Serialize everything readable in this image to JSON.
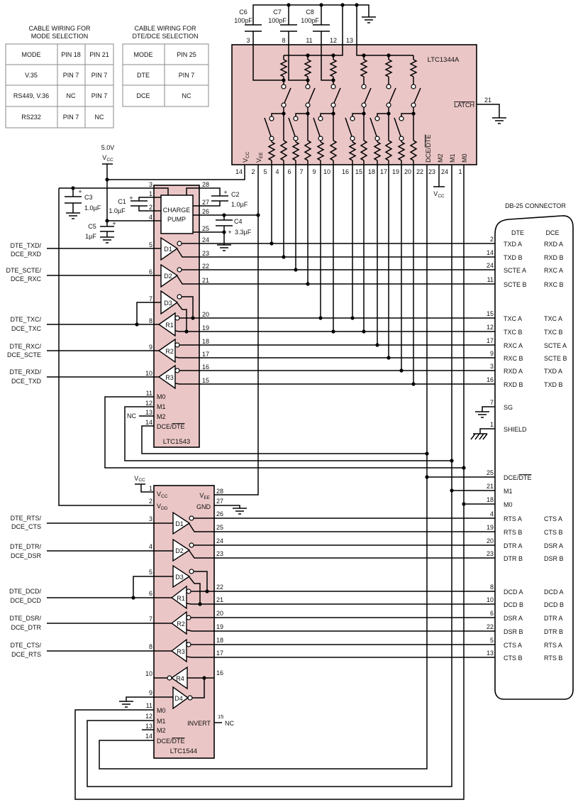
{
  "colors": {
    "chip_fill": "#ebc6c6",
    "wire": "#000000",
    "background": "#ffffff"
  },
  "mode_table": {
    "title_line1": "CABLE WIRING FOR",
    "title_line2": "MODE SELECTION",
    "headers": [
      "MODE",
      "PIN 18",
      "PIN 21"
    ],
    "rows": [
      [
        "V.35",
        "PIN 7",
        "PIN 7"
      ],
      [
        "RS449, V.36",
        "NC",
        "PIN 7"
      ],
      [
        "RS232",
        "PIN 7",
        "NC"
      ]
    ]
  },
  "dte_dce_table": {
    "title_line1": "CABLE WIRING FOR",
    "title_line2": "DTE/DCE SELECTION",
    "headers": [
      "MODE",
      "PIN 25"
    ],
    "rows": [
      [
        "DTE",
        "PIN 7"
      ],
      [
        "DCE",
        "NC"
      ]
    ]
  },
  "power": {
    "supply": "5.0V",
    "v": "V",
    "cc": "CC"
  },
  "capacitors": {
    "polarity": "+",
    "c1": {
      "ref": "C1",
      "value": "1.0µF"
    },
    "c2": {
      "ref": "C2",
      "value": "1.0µF"
    },
    "c3": {
      "ref": "C3",
      "value": "1.0µF"
    },
    "c4": {
      "ref": "C4",
      "value": "3.3µF"
    },
    "c5": {
      "ref": "C5",
      "value": "1µF"
    },
    "c6": {
      "ref": "C6",
      "value": "100pF"
    },
    "c7": {
      "ref": "C7",
      "value": "100pF"
    },
    "c8": {
      "ref": "C8",
      "value": "100pF"
    }
  },
  "ltc1344a": {
    "name": "LTC1344A",
    "top_pins": [
      "3",
      "8",
      "11",
      "12",
      "13"
    ],
    "bottom_pins": [
      "14",
      "2",
      "5",
      "4",
      "6",
      "7",
      "9",
      "10",
      "16",
      "15",
      "18",
      "17",
      "19",
      "20",
      "22",
      "23",
      "24",
      "1"
    ],
    "vcc": "V",
    "vcc_sub": "CC",
    "vee": "V",
    "vee_sub": "EE",
    "dce": "DCE/",
    "dte": "DTE",
    "m2": "M2",
    "m1": "M1",
    "m0": "M0",
    "latch": "LATCH",
    "latch_pin": "21"
  },
  "ltc1543": {
    "name": "LTC1543",
    "charge_pump": [
      "CHARGE",
      "PUMP"
    ],
    "left_pins": [
      "3",
      "1",
      "2",
      "4",
      "5",
      "6",
      "7",
      "8",
      "9",
      "10",
      "11",
      "12",
      "13",
      "14"
    ],
    "right_pins": [
      "28",
      "27",
      "26",
      "25",
      "24",
      "23",
      "22",
      "21",
      "20",
      "19",
      "18",
      "17",
      "16",
      "15"
    ],
    "drivers": [
      "D1",
      "D2",
      "D3"
    ],
    "receivers": [
      "R1",
      "R2",
      "R3"
    ],
    "mode": [
      "M0",
      "M1",
      "M2"
    ],
    "dce": "DCE/",
    "dte": "DTE",
    "nc": "NC",
    "signals": [
      {
        "dte": "DTE_TXD/",
        "dce": "DCE_RXD"
      },
      {
        "dte": "DTE_SCTE/",
        "dce": "DCE_RXC"
      },
      {
        "dte": "DTE_TXC/",
        "dce": "DCE_TXC"
      },
      {
        "dte": "DTE_RXC/",
        "dce": "DCE_SCTE"
      },
      {
        "dte": "DTE_RXD/",
        "dce": "DCE_TXD"
      }
    ]
  },
  "ltc1544": {
    "name": "LTC1544",
    "left_pins": [
      "1",
      "2",
      "3",
      "4",
      "5",
      "6",
      "7",
      "8",
      "10",
      "9",
      "11",
      "12",
      "13",
      "14"
    ],
    "right_pins": [
      "28",
      "27",
      "26",
      "25",
      "24",
      "23",
      "22",
      "21",
      "20",
      "19",
      "18",
      "17",
      "16",
      "15"
    ],
    "vcc": "V",
    "vcc_sub": "CC",
    "vdd": "V",
    "vdd_sub": "DD",
    "vee": "V",
    "vee_sub": "EE",
    "gnd": "GND",
    "drivers": [
      "D1",
      "D2",
      "D3",
      "D4"
    ],
    "receivers": [
      "R1",
      "R2",
      "R3",
      "R4"
    ],
    "mode": [
      "M0",
      "M1",
      "M2"
    ],
    "dce": "DCE/",
    "dte": "DTE",
    "invert": "INVERT",
    "nc": "NC",
    "signals": [
      {
        "dte": "DTE_RTS/",
        "dce": "DCE_CTS"
      },
      {
        "dte": "DTE_DTR/",
        "dce": "DCE_DSR"
      },
      {
        "dte": "DTE_DCD/",
        "dce": "DCE_DCD"
      },
      {
        "dte": "DTE_DSR/",
        "dce": "DCE_DTR"
      },
      {
        "dte": "DTE_CTS/",
        "dce": "DCE_RTS"
      }
    ]
  },
  "db25": {
    "title": "DB-25 CONNECTOR",
    "headers": {
      "dte": "DTE",
      "dce": "DCE"
    },
    "data_rows": [
      {
        "pin": "2",
        "dte": "TXD A",
        "dce": "RXD A"
      },
      {
        "pin": "14",
        "dte": "TXD B",
        "dce": "RXD B"
      },
      {
        "pin": "24",
        "dte": "SCTE A",
        "dce": "RXC A"
      },
      {
        "pin": "11",
        "dte": "SCTE B",
        "dce": "RXC B"
      },
      {
        "pin": "15",
        "dte": "TXC A",
        "dce": "TXC A"
      },
      {
        "pin": "12",
        "dte": "TXC B",
        "dce": "TXC B"
      },
      {
        "pin": "17",
        "dte": "RXC A",
        "dce": "SCTE A"
      },
      {
        "pin": "9",
        "dte": "RXC B",
        "dce": "SCTE B"
      },
      {
        "pin": "3",
        "dte": "RXD A",
        "dce": "TXD A"
      },
      {
        "pin": "16",
        "dte": "RXD B",
        "dce": "TXD B"
      }
    ],
    "sg": {
      "pin": "7",
      "label": "SG"
    },
    "shield": {
      "pin": "1",
      "label": "SHIELD"
    },
    "control_rows": [
      {
        "pin": "25",
        "label": "DCE/",
        "label_bar": "DTE"
      },
      {
        "pin": "21",
        "label": "M1"
      },
      {
        "pin": "18",
        "label": "M0"
      }
    ],
    "control_lines": [
      {
        "pin": "4",
        "dte": "RTS A",
        "dce": "CTS A"
      },
      {
        "pin": "19",
        "dte": "RTS B",
        "dce": "CTS B"
      },
      {
        "pin": "20",
        "dte": "DTR A",
        "dce": "DSR A"
      },
      {
        "pin": "23",
        "dte": "DTR B",
        "dce": "DSR B"
      },
      {
        "pin": "8",
        "dte": "DCD A",
        "dce": "DCD A"
      },
      {
        "pin": "10",
        "dte": "DCD B",
        "dce": "DCD B"
      },
      {
        "pin": "6",
        "dte": "DSR A",
        "dce": "DTR A"
      },
      {
        "pin": "22",
        "dte": "DSR B",
        "dce": "DTR B"
      },
      {
        "pin": "5",
        "dte": "CTS A",
        "dce": "RTS A"
      },
      {
        "pin": "13",
        "dte": "CTS B",
        "dce": "RTS B"
      }
    ]
  }
}
